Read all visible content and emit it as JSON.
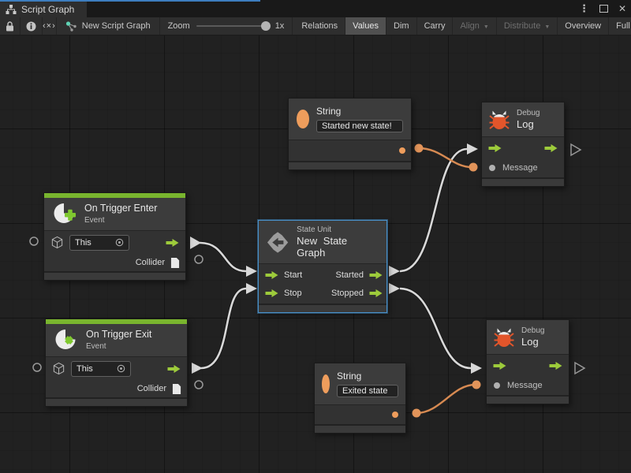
{
  "tab": {
    "title": "Script Graph"
  },
  "window_controls": {
    "menu_glyph": "⋮",
    "close_glyph": "✕"
  },
  "toolbar": {
    "code_glyph": "‹×›",
    "graph_name": "New Script Graph",
    "zoom_label": "Zoom",
    "zoom_value": "1x",
    "dropdown_glyph": "▼",
    "buttons": [
      {
        "label": "Relations",
        "state": "normal"
      },
      {
        "label": "Values",
        "state": "active"
      },
      {
        "label": "Dim",
        "state": "normal"
      },
      {
        "label": "Carry",
        "state": "normal"
      },
      {
        "label": "Align",
        "state": "disabled",
        "dropdown": true
      },
      {
        "label": "Distribute",
        "state": "disabled",
        "dropdown": true
      },
      {
        "label": "Overview",
        "state": "normal"
      },
      {
        "label": "Full Screen",
        "state": "normal"
      }
    ]
  },
  "nodes": {
    "string_top": {
      "title": "String",
      "value": "Started new state!"
    },
    "string_bottom": {
      "title": "String",
      "value": "Exited state"
    },
    "debug_top": {
      "subtitle": "Debug",
      "title": "Log",
      "input_label": "Message"
    },
    "debug_bottom": {
      "subtitle": "Debug",
      "title": "Log",
      "input_label": "Message"
    },
    "trigger_enter": {
      "title": "On Trigger Enter",
      "subtitle": "Event",
      "target_value": "This",
      "output_label": "Collider"
    },
    "trigger_exit": {
      "title": "On Trigger Exit",
      "subtitle": "Event",
      "target_value": "This",
      "output_label": "Collider"
    },
    "state_unit": {
      "subtitle": "State Unit",
      "title": "New State Graph",
      "ports": {
        "in1": "Start",
        "in2": "Stop",
        "out1": "Started",
        "out2": "Stopped"
      }
    }
  },
  "colors": {
    "flow_green": "#9dcb3b",
    "event_green": "#79b52e",
    "value_orange": "#ee9d5c",
    "wire_orange": "#d78a52",
    "bug_orange": "#e2552b",
    "selection_blue": "#4a90c8",
    "focus_blue": "#3d7dbe"
  }
}
